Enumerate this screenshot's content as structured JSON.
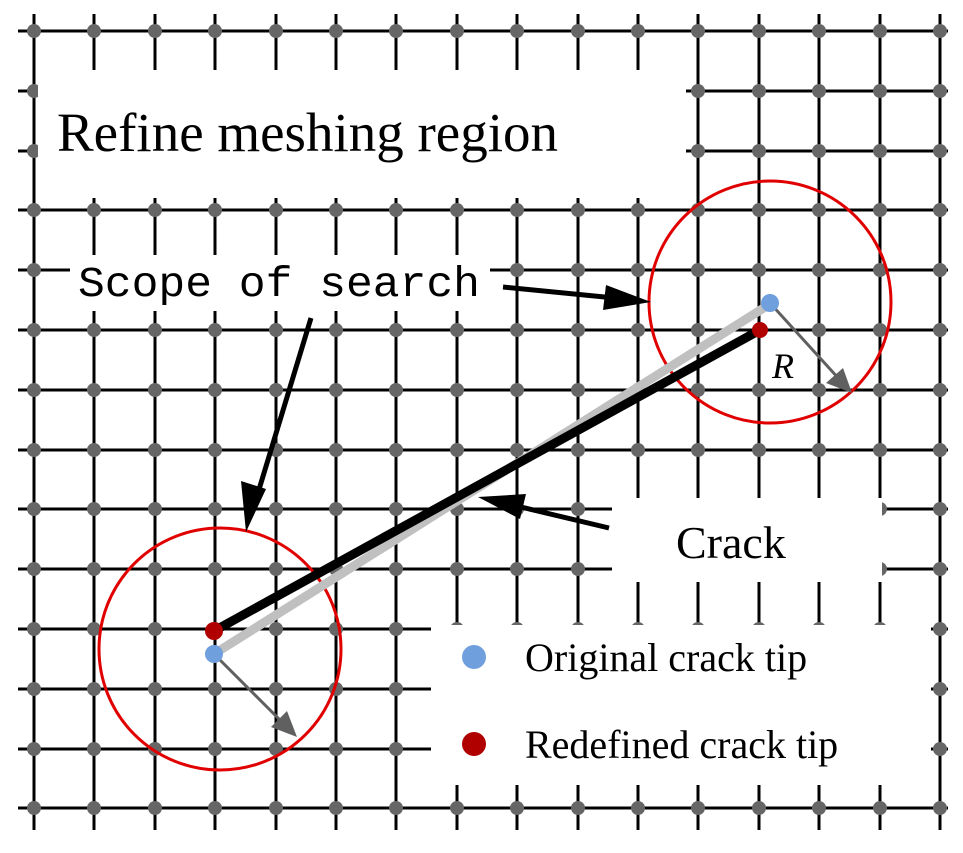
{
  "labels": {
    "refine_region": "Refine meshing region",
    "scope_of_search": "Scope of search",
    "crack": "Crack",
    "radius": "R"
  },
  "legend": {
    "original_tip": "Original crack tip",
    "redefined_tip": "Redefined crack tip"
  },
  "colors": {
    "grid_line": "#000000",
    "grid_node": "#666666",
    "search_circle": "#e00000",
    "original_tip": "#6f9fdc",
    "redefined_tip": "#b00000",
    "crack_original": "#c0c0c0",
    "crack_redefined": "#000000",
    "radius_arrow": "#606060"
  }
}
